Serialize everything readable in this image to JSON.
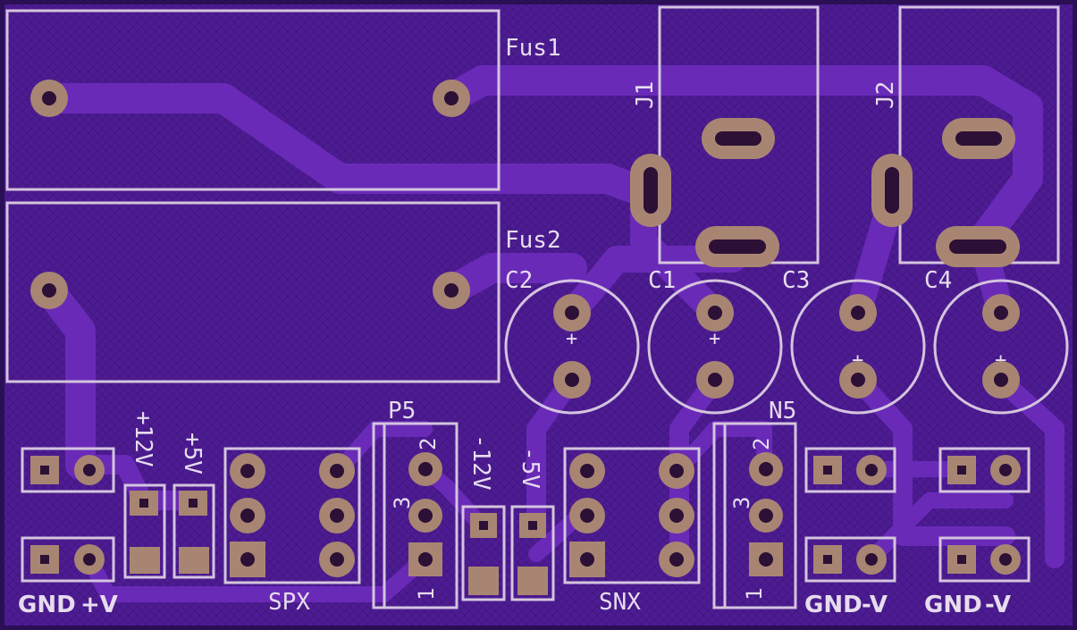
{
  "board": {
    "fill_color": "#4d1c93",
    "trace_color": "#6a2ab8",
    "silkscreen_color": "#d4c4de",
    "pad_color": "#a88572",
    "drill_color": "#2c1036"
  },
  "labels": {
    "fus1": "Fus1",
    "fus2": "Fus2",
    "j1": "J1",
    "j2": "J2",
    "c1": "C1",
    "c2": "C2",
    "c3": "C3",
    "c4": "C4",
    "cap_polarity": "+",
    "p5": "P5",
    "n5": "N5",
    "pin1": "1",
    "pin2": "2",
    "pin3": "3",
    "plus12v": "+12V",
    "plus5v": "+5V",
    "minus12v": "-12V",
    "minus5v": "-5V",
    "spx": "SPX",
    "snx": "SNX",
    "gnd": "GND",
    "plus_v": "+V",
    "minus_v": "-V"
  }
}
